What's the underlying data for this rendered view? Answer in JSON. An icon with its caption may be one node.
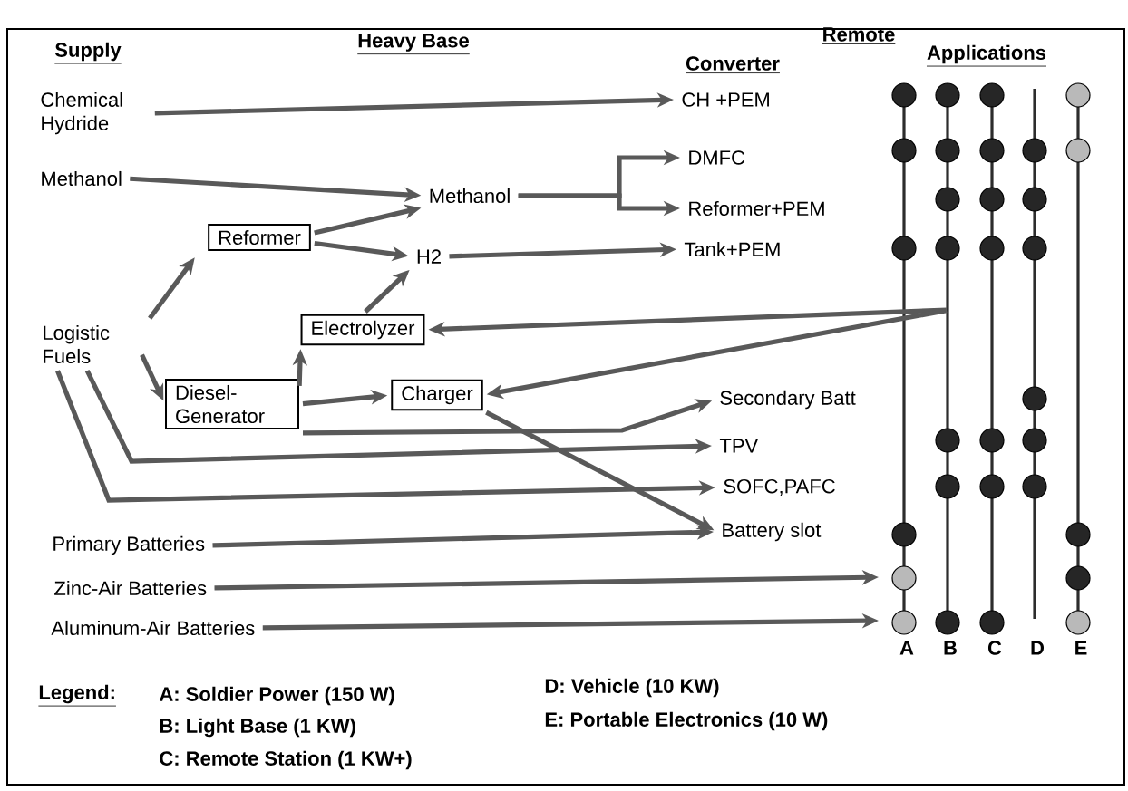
{
  "diagram": {
    "nodes": [
      {
        "text": [
          "Chemical Hydride"
        ]
      },
      {
        "text": [
          "Methanol"
        ]
      },
      {
        "text": [
          "Logistic Fuels"
        ]
      },
      {
        "text": [
          "Primary Batteries"
        ]
      },
      {
        "text": [
          "Zinc-Air Batteries"
        ]
      },
      {
        "text": [
          "Aluminum-Air Batteries"
        ]
      },
      {
        "text": [
          "Reformer"
        ]
      },
      {
        "text": [
          "Methanol"
        ]
      },
      {
        "text": [
          "H2"
        ]
      },
      {
        "text": [
          "Electrolyzer"
        ]
      },
      {
        "text": [
          "Diesel-Generator"
        ]
      },
      {
        "text": [
          "Charger"
        ]
      },
      {
        "text": [
          "CH +PEM"
        ]
      },
      {
        "text": [
          "DMFC"
        ]
      },
      {
        "text": [
          "Reformer+PEM"
        ]
      },
      {
        "text": [
          "Tank+PEM"
        ]
      },
      {
        "text": [
          "Secondary Batt"
        ]
      },
      {
        "text": [
          "TPV"
        ]
      },
      {
        "text": [
          "SOFC,PAFC"
        ]
      },
      {
        "text": [
          "Battery slot"
        ]
      },
      {
        "text": [
          "A"
        ]
      },
      {
        "text": [
          "B"
        ]
      },
      {
        "text": [
          "C"
        ]
      },
      {
        "text": [
          "D"
        ]
      },
      {
        "text": [
          "E"
        ]
      }
    ],
    "edges": [
      {
        "from": 0,
        "to": 12,
        "arrow": "to"
      },
      {
        "from": 1,
        "to": 7,
        "arrow": "to"
      },
      {
        "from": 2,
        "to": 6,
        "arrow": "to"
      },
      {
        "from": 2,
        "to": 10,
        "arrow": "to"
      },
      {
        "from": 6,
        "to": 7,
        "arrow": "to"
      },
      {
        "from": 6,
        "to": 8,
        "arrow": "to"
      },
      {
        "from": 9,
        "to": 8,
        "arrow": "to"
      },
      {
        "from": 10,
        "to": 9,
        "arrow": "to"
      },
      {
        "from": 10,
        "to": 11,
        "arrow": "to"
      },
      {
        "from": 7,
        "to": 13,
        "arrow": "to"
      },
      {
        "from": 7,
        "to": 14,
        "arrow": "to"
      },
      {
        "from": 8,
        "to": 15,
        "arrow": "to"
      },
      {
        "from": 21,
        "to": 9,
        "arrow": "to"
      },
      {
        "from": 21,
        "to": 11,
        "arrow": "to"
      },
      {
        "from": 10,
        "to": 16,
        "arrow": "to"
      },
      {
        "from": 2,
        "to": 17,
        "arrow": "to"
      },
      {
        "from": 2,
        "to": 18,
        "arrow": "to"
      },
      {
        "from": 11,
        "to": 19,
        "arrow": "to"
      },
      {
        "from": 3,
        "to": 19,
        "arrow": "to"
      },
      {
        "from": 4,
        "to": 20,
        "arrow": "to"
      },
      {
        "from": 5,
        "to": 20,
        "arrow": "to"
      }
    ],
    "labels": [
      "Supply",
      "Heavy Base",
      "Remote",
      "Converter",
      "Applications",
      "Legend:"
    ],
    "legend": [
      {
        "text": "A: Soldier Power (150 W)"
      },
      {
        "text": "B: Light Base (1 KW)"
      },
      {
        "text": "C: Remote Station (1 KW+)"
      },
      {
        "text": "D: Vehicle (10 KW)"
      },
      {
        "text": "E: Portable Electronics (10 W)"
      }
    ]
  }
}
